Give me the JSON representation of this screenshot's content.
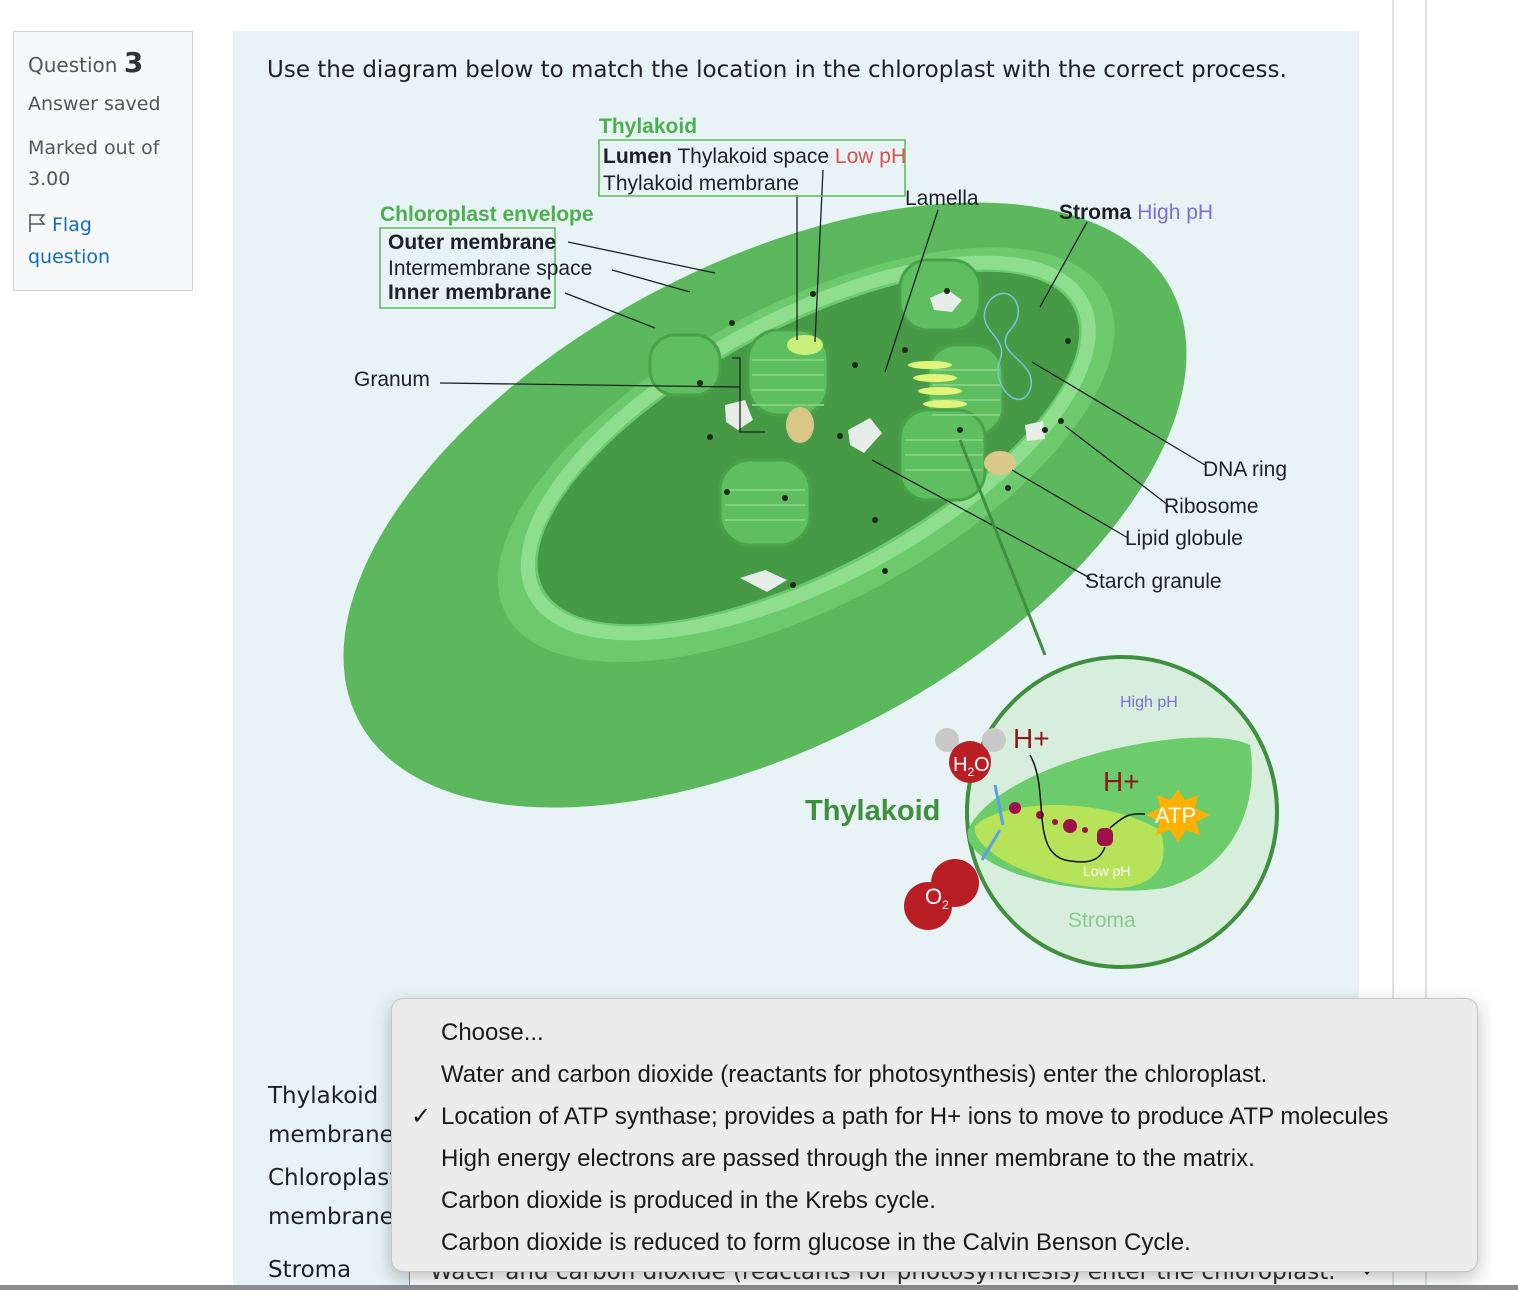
{
  "question": {
    "label": "Question",
    "number": "3",
    "state": "Answer saved",
    "grade_line1": "Marked out of",
    "grade_line2": "3.00",
    "flag_line1": "Flag",
    "flag_line2": "question"
  },
  "prompt": "Use the diagram below to match the location in the chloroplast with the correct process.",
  "diagram": {
    "thylakoid": "Thylakoid",
    "lumen": "Lumen",
    "thylakoid_space": "Thylakoid space",
    "low_ph": "Low pH",
    "thylakoid_membrane": "Thylakoid membrane",
    "lamella": "Lamella",
    "stroma": "Stroma",
    "high_ph": "High pH",
    "chloroplast_envelope": "Chloroplast envelope",
    "outer_membrane": "Outer membrane",
    "intermembrane_space": "Intermembrane space",
    "inner_membrane": "Inner membrane",
    "granum": "Granum",
    "dna_ring": "DNA ring",
    "ribosome": "Ribosome",
    "lipid_globule": "Lipid globule",
    "starch_granule": "Starch granule",
    "inset_high_ph": "High pH",
    "h_plus_1": "H+",
    "h_plus_2": "H+",
    "h2o": "H",
    "h2o_sub": "2",
    "h2o_o": "O",
    "thylakoid_big": "Thylakoid",
    "atp": "ATP",
    "inset_low_ph": "Low pH",
    "o2": "O",
    "o2_sub": "2",
    "inset_stroma": "Stroma",
    "colors": {
      "green_outer": "#5cb85c",
      "green_dark": "#3f8f3f",
      "green_light": "#9ed99e",
      "low_ph": "#d9534f",
      "high_ph": "#7b6fd6"
    }
  },
  "rows": [
    {
      "label_line1": "Thylakoid",
      "label_line2": "membranes"
    },
    {
      "label_line1": "Chloroplast",
      "label_line2": "membrane"
    },
    {
      "label_line1": "Stroma",
      "label_line2": ""
    }
  ],
  "select": {
    "current_value": "Water and carbon dioxide (reactants for photosynthesis) enter the chloroplast."
  },
  "dropdown": {
    "options": [
      {
        "label": "Choose...",
        "selected": false
      },
      {
        "label": "Water and carbon dioxide (reactants for photosynthesis) enter the chloroplast.",
        "selected": false
      },
      {
        "label": "Location of ATP synthase; provides a path for H+ ions to move to produce ATP molecules",
        "selected": true
      },
      {
        "label": "High energy electrons are passed through the inner membrane to the matrix.",
        "selected": false
      },
      {
        "label": "Carbon dioxide is produced in the Krebs cycle.",
        "selected": false
      },
      {
        "label": "Carbon dioxide is reduced to form glucose in the Calvin Benson Cycle.",
        "selected": false
      }
    ],
    "check_mark": "✓"
  }
}
